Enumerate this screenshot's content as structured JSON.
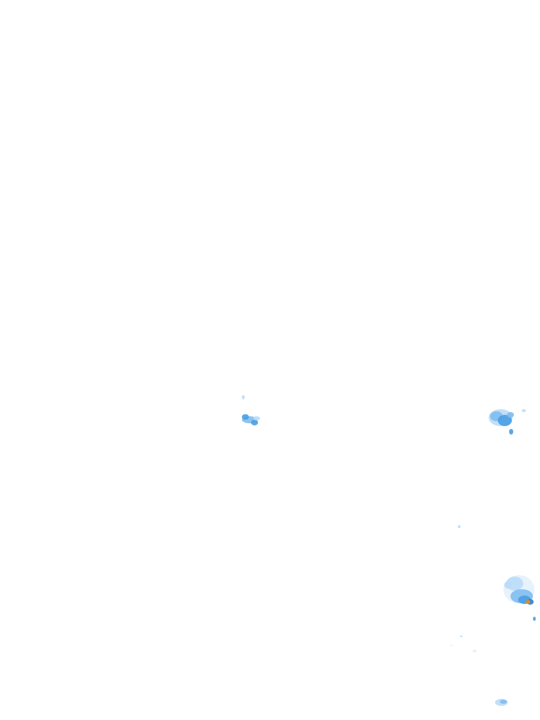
{
  "radar_overlay": {
    "palette": {
      "very_light": "#e3f1fc",
      "light": "#b9dcf8",
      "moderate": "#7fbdf0",
      "medium": "#4a9ee3",
      "heavy": "#2f7fd0",
      "intense": "#e08a1e"
    },
    "cells": [
      {
        "id": "cell-a",
        "intensity": "light"
      },
      {
        "id": "cell-b",
        "intensity": "moderate"
      },
      {
        "id": "cell-c",
        "intensity": "medium"
      },
      {
        "id": "cell-d",
        "intensity": "intense"
      },
      {
        "id": "cell-e",
        "intensity": "very_light"
      }
    ]
  }
}
